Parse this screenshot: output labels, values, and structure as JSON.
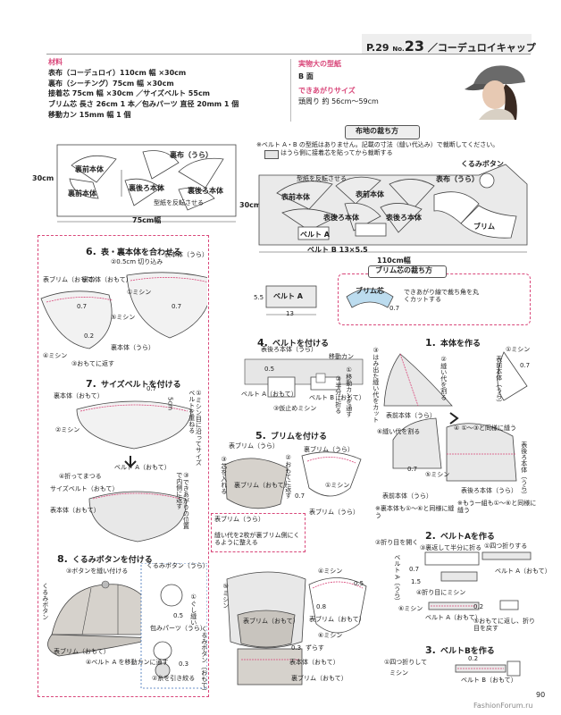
{
  "header": {
    "page": "P.29",
    "no_label": "No.",
    "number": "23",
    "title": "コーデュロイキャップ"
  },
  "materials": {
    "heading": "材料",
    "lines": [
      "表布（コーデュロイ）110cm 幅 ×30cm",
      "裏布（シーチング）75cm 幅 ×30cm",
      "接着芯 75cm 幅 ×30cm ／サイズベルト 55cm",
      "ブリム芯 長さ 26cm 1 本／包みパーツ 直径 20mm 1 個",
      "移動カン 15mm 幅 1 個"
    ]
  },
  "pattern": {
    "heading": "実物大の型紙",
    "value": "B 面",
    "size_heading": "できあがりサイズ",
    "size_value": "頭周り 約 56cm〜59cm"
  },
  "cutting": {
    "heading": "布地の裁ち方",
    "note1": "※ベルト A・B の型紙はありません。記載の寸法（縫い代込み）で裁断してください。",
    "note2": "はうら側に接着芯を貼ってから裁断する",
    "lining_width": "75cm幅",
    "lining_height": "30cm",
    "outer_width": "110cm幅",
    "outer_height": "30cm",
    "lining_labels": [
      "裏前本体",
      "裏布（うら）",
      "裏前本体",
      "裏後ろ本体",
      "裏後ろ本体",
      "型紙を反転させる"
    ],
    "outer_labels": [
      "型紙を反転させる",
      "表前本体",
      "表前本体",
      "表後ろ本体",
      "表後ろ本体",
      "ベルト A",
      "ベルト B 13×5.5",
      "表布（うら）",
      "ブリム",
      "くるみボタン"
    ],
    "belt_a_width": "13",
    "belt_a_height": "5.5",
    "belt_a_label": "ベルト A",
    "brim_core_heading": "ブリム芯の裁ち方",
    "brim_core_label": "ブリム芯",
    "brim_core_note": "できあがり線で裁ち角を丸くカットする",
    "brim_core_dim": "0.7"
  },
  "steps": {
    "s1": {
      "num": "1.",
      "title": "本体を作る",
      "labels": [
        "①ミシン",
        "0.7",
        "表前本体（うら）",
        "③はみ出た縫い代をカット",
        "②縫い代を割る",
        "表前本体（うら）",
        "④ ①〜③と同様に縫う",
        "⑥縫い代を割る",
        "表後ろ本体（うら）",
        "0.7",
        "表後ろ本体（うら）",
        "⑤ミシン",
        "表前本体（うら）",
        "※裏本体も①〜⑥と同様に縫う",
        "※もう一組も①〜⑥と同様に縫う"
      ]
    },
    "s2": {
      "num": "2.",
      "title": "ベルトAを作る",
      "labels": [
        "②折り目を開く",
        "③裏返して半分に折る",
        "①四つ折りする",
        "ベルト A（うら）",
        "0.7",
        "1.5",
        "④折り目にミシン",
        "ベルト A（おもて）",
        "⑥ミシン",
        "0.2",
        "ベルト A（おもて）",
        "⑤おもてに返し、折り目を戻す"
      ]
    },
    "s3": {
      "num": "3.",
      "title": "ベルトBを作る",
      "labels": [
        "①四つ折りして",
        "ミシン",
        "0.2",
        "ベルト B（おもて）"
      ]
    },
    "s4": {
      "num": "4.",
      "title": "ベルトを付ける",
      "labels": [
        "表後ろ本体（うら）",
        "移動カン",
        "0.5",
        "①移動カンを通す",
        "②半分に折る",
        "ベルト A（おもて）",
        "③仮止めミシン",
        "ベルト B（おもて）"
      ]
    },
    "s5": {
      "num": "5.",
      "title": "ブリムを付ける",
      "labels": [
        "表ブリム（うら）",
        "②おもてに返す",
        "裏ブリム（うら）",
        "③芯を入れる",
        "①ミシン",
        "0.7",
        "裏ブリム（おもて）",
        "表ブリム（うら）",
        "表ブリム（うら）",
        "縫い代を2枚が裏ブリム側にくるように整える",
        "④ミシン",
        "0.5",
        "⑤ミシン",
        "0.8",
        "⑥ミシン",
        "表ブリム（おもて）",
        "表ブリム（おもて）",
        "0.3",
        "ずらす",
        "表本体（おもて）",
        "裏ブリム（おもて）"
      ]
    },
    "s6": {
      "num": "6.",
      "title": "表・裏本体を合わせる",
      "labels": [
        "表本体（うら）",
        "②0.5cm 切り込み",
        "①ミシン",
        "表ブリム（おもて）",
        "裏本体（おもて）",
        "0.7",
        "0.7",
        "0.2",
        "⑤ミシン",
        "④ミシン",
        "③おもてに返す",
        "裏本体（うら）"
      ]
    },
    "s7": {
      "num": "7.",
      "title": "サイズベルトを付ける",
      "labels": [
        "裏本体（おもて）",
        "0.7",
        "①ミシン目に沿ってサイズベルトを重ねる",
        "②ミシン",
        "ベルト A（おもて）",
        "④折ってまつる",
        "サイズベルト（おもて）",
        "③できあがりの位置で内側に返す",
        "表本体（おもて）",
        "5cm"
      ]
    },
    "s8": {
      "num": "8.",
      "title": "くるみボタンを付ける",
      "labels": [
        "③ボタンを縫い付ける",
        "くるみボタン（うら）",
        "①ぐし縫い",
        "0.5",
        "くるみボタン（おもて）",
        "包みパーツ（うら）",
        "0.3",
        "表ブリム（おもて）",
        "④ベルト A を移動カンに通す",
        "②糸を引き絞る",
        "くるみボタン"
      ]
    }
  },
  "footer": {
    "page_number": "90",
    "site": "FashionForum.ru"
  },
  "colors": {
    "accent": "#d9477a",
    "title_bar": "#eeeeee"
  }
}
